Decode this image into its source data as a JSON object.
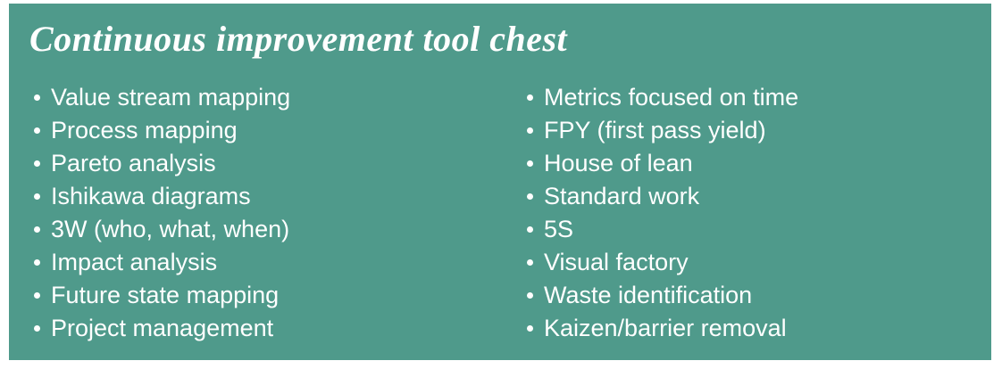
{
  "panel": {
    "title": "Continuous improvement tool chest",
    "background_color": "#4f9a8b",
    "text_color": "#ffffff",
    "page_background": "#ffffff",
    "bullet_icon": "dot",
    "columns": [
      {
        "items": [
          "Value stream mapping",
          "Process mapping",
          "Pareto analysis",
          "Ishikawa diagrams",
          "3W (who, what, when)",
          "Impact analysis",
          "Future state mapping",
          "Project management"
        ]
      },
      {
        "items": [
          "Metrics focused on time",
          "FPY (first pass yield)",
          "House of lean",
          "Standard work",
          "5S",
          "Visual factory",
          "Waste identification",
          "Kaizen/barrier removal"
        ]
      }
    ]
  }
}
